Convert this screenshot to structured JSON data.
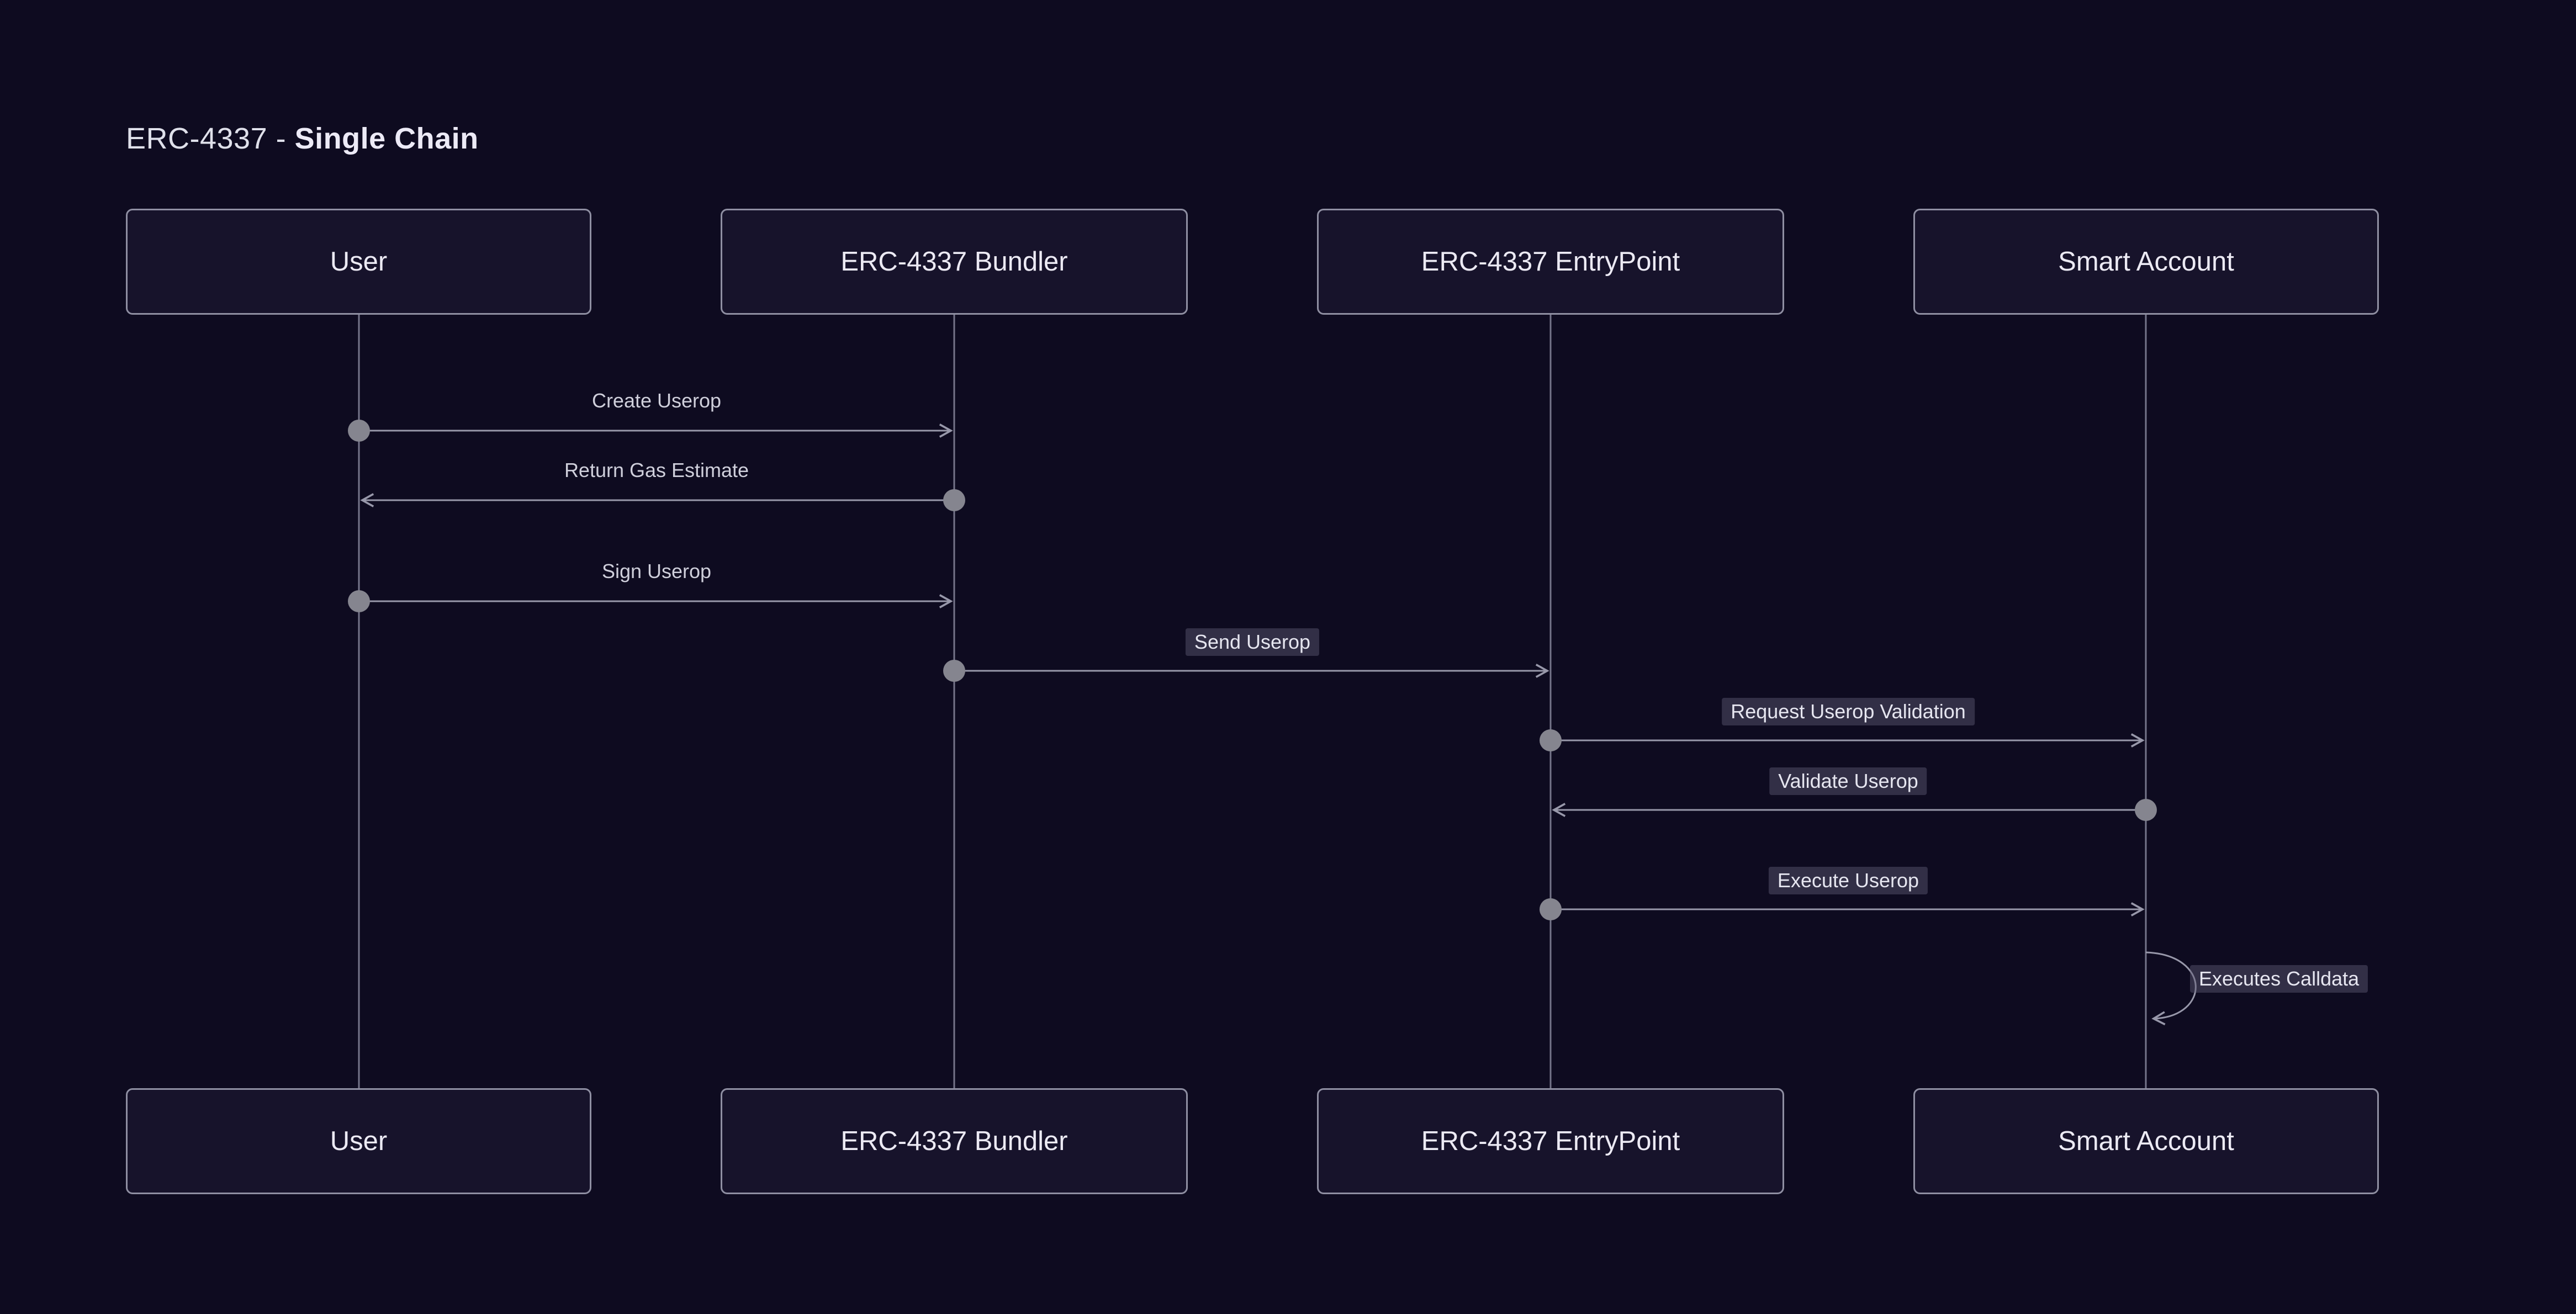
{
  "title": {
    "prefix": "ERC-4337 - ",
    "emphasis": "Single Chain"
  },
  "diagram_type": "sequence-diagram",
  "actors": [
    {
      "id": "user",
      "label": "User"
    },
    {
      "id": "bundler",
      "label": "ERC-4337 Bundler"
    },
    {
      "id": "entrypoint",
      "label": "ERC-4337 EntryPoint"
    },
    {
      "id": "smart-account",
      "label": "Smart Account"
    }
  ],
  "messages": [
    {
      "from": "user",
      "to": "bundler",
      "label": "Create Userop",
      "direction": "right"
    },
    {
      "from": "bundler",
      "to": "user",
      "label": "Return Gas Estimate",
      "direction": "left"
    },
    {
      "from": "user",
      "to": "bundler",
      "label": "Sign Userop",
      "direction": "right"
    },
    {
      "from": "bundler",
      "to": "entrypoint",
      "label": "Send Userop",
      "direction": "right"
    },
    {
      "from": "entrypoint",
      "to": "smart-account",
      "label": "Request Userop Validation",
      "direction": "right"
    },
    {
      "from": "smart-account",
      "to": "entrypoint",
      "label": "Validate Userop",
      "direction": "left"
    },
    {
      "from": "entrypoint",
      "to": "smart-account",
      "label": "Execute Userop",
      "direction": "right"
    },
    {
      "from": "smart-account",
      "to": "smart-account",
      "label": "Executes Calldata",
      "direction": "self"
    }
  ],
  "colors": {
    "background": "#0e0b20",
    "actor_fill": "#17132b",
    "actor_border": "#8f8fa2",
    "line": "#9898aa",
    "lifeline": "#75758a",
    "dot": "#85858f",
    "text": "#eceaf4",
    "label_text": "#cfcfdb"
  }
}
